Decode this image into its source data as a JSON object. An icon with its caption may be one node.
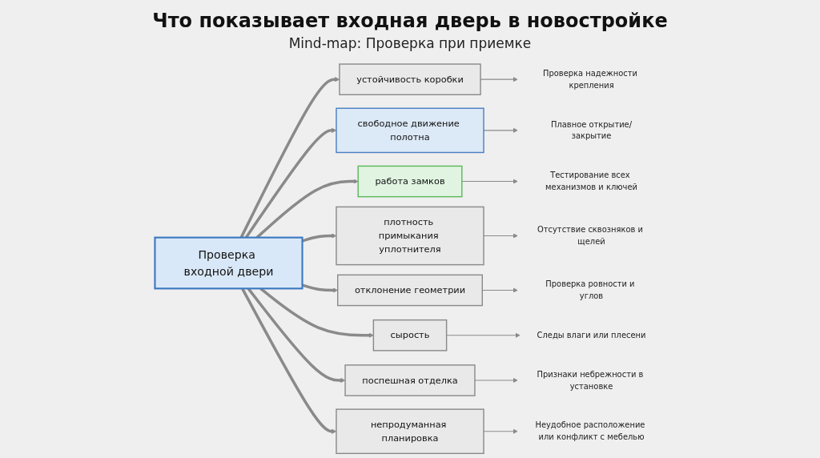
{
  "diagram": {
    "title": "Что показывает входная дверь в новостройке",
    "nodes": [
      {
        "text": [
          "Проверка входной двери"
        ]
      },
      {
        "text": [
          "устойчивость коробки"
        ]
      },
      {
        "text": [
          "Проверка надежности крепления"
        ]
      },
      {
        "text": [
          "свободное движение полотна"
        ]
      },
      {
        "text": [
          "Плавное открытие/закрытие"
        ]
      },
      {
        "text": [
          "работа замков"
        ]
      },
      {
        "text": [
          "Тестирование всех механизмов и ключей"
        ]
      },
      {
        "text": [
          "плотность примыкания уплотнителя"
        ]
      },
      {
        "text": [
          "Отсутствие сквозняков и щелей"
        ]
      },
      {
        "text": [
          "отклонение геометрии"
        ]
      },
      {
        "text": [
          "Проверка ровности и углов"
        ]
      },
      {
        "text": [
          "сырость"
        ]
      },
      {
        "text": [
          "Следы влаги или плесени"
        ]
      },
      {
        "text": [
          "поспешная отделка"
        ]
      },
      {
        "text": [
          "Признаки небрежности в установке"
        ]
      },
      {
        "text": [
          "непродуманная планировка"
        ]
      },
      {
        "text": [
          "Неудобное расположение или конфликт с мебелью"
        ]
      }
    ],
    "edges": [
      {
        "from": 0,
        "to": 1,
        "arrow": "to",
        "style": "thick"
      },
      {
        "from": 0,
        "to": 3,
        "arrow": "to",
        "style": "thick"
      },
      {
        "from": 0,
        "to": 5,
        "arrow": "to",
        "style": "thick"
      },
      {
        "from": 0,
        "to": 7,
        "arrow": "to",
        "style": "thick"
      },
      {
        "from": 0,
        "to": 9,
        "arrow": "to",
        "style": "thick"
      },
      {
        "from": 0,
        "to": 11,
        "arrow": "to",
        "style": "thick"
      },
      {
        "from": 0,
        "to": 13,
        "arrow": "to",
        "style": "thick"
      },
      {
        "from": 0,
        "to": 15,
        "arrow": "to",
        "style": "thick"
      },
      {
        "from": 1,
        "to": 2,
        "arrow": "to"
      },
      {
        "from": 3,
        "to": 4,
        "arrow": "to"
      },
      {
        "from": 5,
        "to": 6,
        "arrow": "to"
      },
      {
        "from": 7,
        "to": 8,
        "arrow": "to"
      },
      {
        "from": 9,
        "to": 10,
        "arrow": "to"
      },
      {
        "from": 11,
        "to": 12,
        "arrow": "to"
      },
      {
        "from": 13,
        "to": 14,
        "arrow": "to"
      },
      {
        "from": 15,
        "to": 16,
        "arrow": "to"
      }
    ],
    "labels": [
      "Mind-map: Проверка при приемке"
    ]
  }
}
